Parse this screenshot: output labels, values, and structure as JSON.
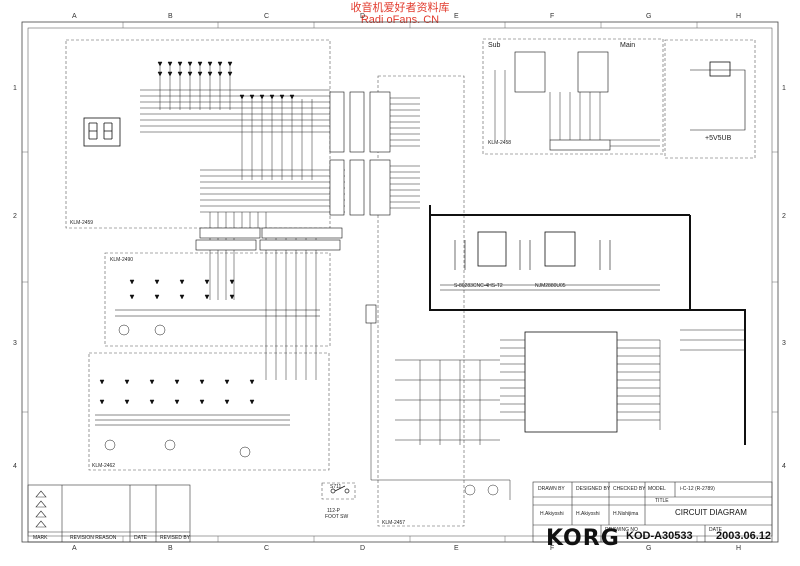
{
  "watermark": {
    "line1": "收音机爱好者资料库",
    "line2": "Radi oFans. CN"
  },
  "grid": {
    "columns": [
      "A",
      "B",
      "C",
      "D",
      "E",
      "F",
      "G",
      "H"
    ],
    "rows": [
      "1",
      "2",
      "3",
      "4"
    ]
  },
  "blocks": {
    "klm2459": "KLM-2459",
    "klm2490": "KLM-2490",
    "klm2462": "KLM-2462",
    "klm2457": "KLM-2457",
    "klm2458": "KLM-2458",
    "sub": "Sub",
    "main": "Main",
    "supply": "+5V5UB",
    "footsw_part": "S711",
    "footsw_ref": "112-P",
    "footsw_label": "FOOT SW",
    "ic_left": "S-80283CNC-4HS-T2",
    "ic_mid": "NJM2880U05"
  },
  "title_block": {
    "drawn_by_label": "DRAWN BY",
    "designed_by_label": "DESIGNED BY",
    "checked_by_label": "CHECKED BY",
    "model_label": "MODEL",
    "title_label": "TITLE",
    "drawing_no_label": "DRAWING NO",
    "date_label": "DATE",
    "drawn_by": "H.Akiyoshi",
    "designed_by": "H.Akiyoshi",
    "checked_by": "H.Nishijima",
    "model": "i-C-12 (R-2789)",
    "title": "CIRCUIT DIAGRAM",
    "logo": "KORG",
    "drawing_no": "KOD-A30533",
    "date": "2003.06.12"
  },
  "revision_table": {
    "mark": "MARK",
    "reason": "REVISION REASON",
    "date": "DATE",
    "revised_by": "REVISED BY"
  }
}
